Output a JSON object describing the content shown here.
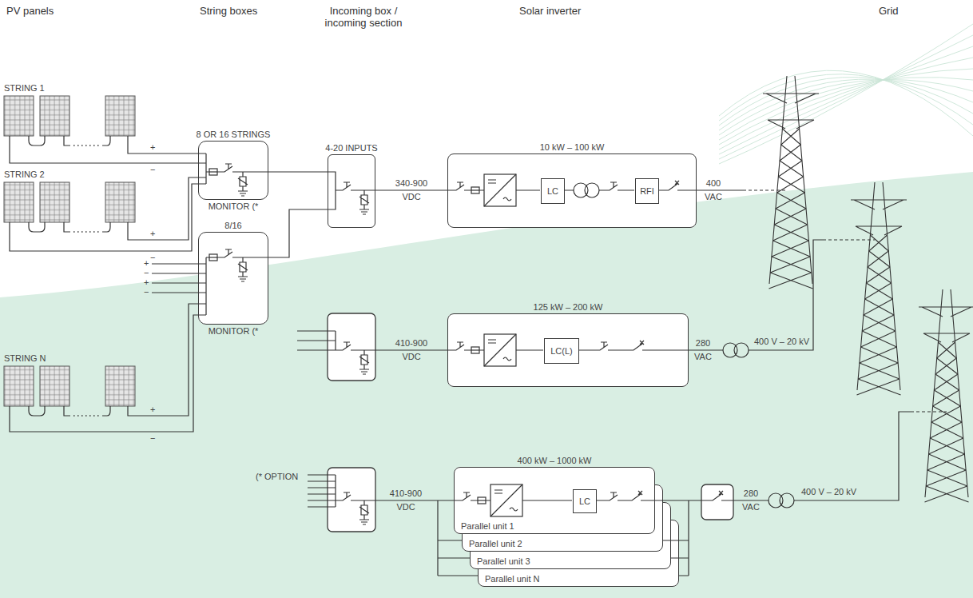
{
  "diagram": {
    "nodes": [
      {
        "text": [
          "8 OR 16 STRINGS",
          "MONITOR (*"
        ]
      },
      {
        "text": [
          "8/16",
          "MONITOR (*"
        ]
      },
      {
        "text": [
          "4-20 INPUTS"
        ]
      },
      {
        "text": [
          "10 kW – 100 kW"
        ]
      },
      {
        "text": [
          "LC"
        ],
        "in": 3
      },
      {
        "text": [
          "RFI"
        ],
        "in": 3
      },
      {
        "text": [
          "125 kW – 200 kW"
        ]
      },
      {
        "text": [
          "LC(L)"
        ],
        "in": 6
      },
      {
        "text": [
          "400 kW – 1000 kW",
          "Parallel unit 1"
        ]
      },
      {
        "text": [
          "LC"
        ],
        "in": 8
      },
      {
        "text": [
          "Parallel unit 2"
        ]
      },
      {
        "text": [
          "Parallel unit 3"
        ]
      },
      {
        "text": [
          "Parallel unit N"
        ]
      }
    ],
    "edges": [
      {
        "from": 0,
        "to": 2,
        "arrow": "none"
      },
      {
        "from": 1,
        "to": 2,
        "arrow": "none"
      },
      {
        "from": 2,
        "to": 3,
        "arrow": "none",
        "label": "340-900 VDC"
      }
    ],
    "labels": [
      "PV panels",
      "String boxes",
      "Incoming box / incoming section",
      "Solar inverter",
      "Grid",
      "STRING 1",
      "STRING 2",
      "STRING N",
      "+",
      "−",
      "+",
      "−",
      "+",
      "−",
      "+",
      "−",
      "+",
      "−",
      "400 VAC",
      "410-900 VDC",
      "280 VAC",
      "400 V – 20 kV",
      "410-900 VDC",
      "280 VAC",
      "400 V – 20 kV",
      "(* OPTION"
    ]
  }
}
